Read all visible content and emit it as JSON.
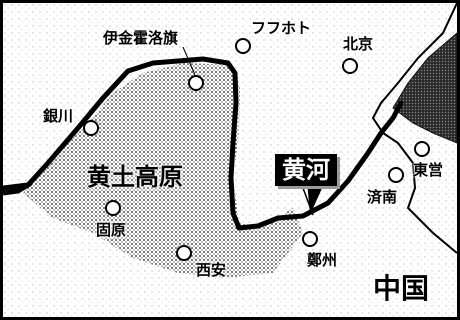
{
  "map": {
    "region_label": "黄土高原",
    "river_label": "黄河",
    "country_label": "中国",
    "cities": [
      {
        "key": "yijinhuoluo",
        "name": "伊金霍洛旗"
      },
      {
        "key": "hohhot",
        "name": "フフホト"
      },
      {
        "key": "beijing",
        "name": "北京"
      },
      {
        "key": "yinchuan",
        "name": "銀川"
      },
      {
        "key": "dongying",
        "name": "東営"
      },
      {
        "key": "jinan",
        "name": "済南"
      },
      {
        "key": "guyuan",
        "name": "固原"
      },
      {
        "key": "xian",
        "name": "西安"
      },
      {
        "key": "zhengzhou",
        "name": "鄭州"
      }
    ],
    "colors": {
      "river": "#000000",
      "plateau_shade": "#6a6a6a",
      "sea": "#1a1a1a",
      "background": "#ffffff"
    }
  }
}
